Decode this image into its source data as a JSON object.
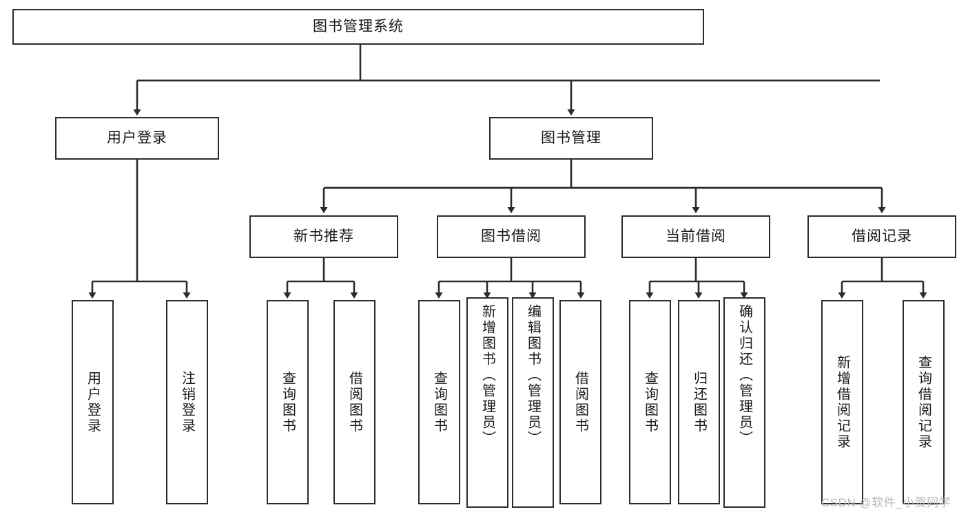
{
  "diagram": {
    "title": "图书管理系统",
    "type": "tree-hierarchy",
    "watermark": "CSDN @软件_小贺同学",
    "colors": {
      "box_border": "#2b2b2b",
      "box_fill": "#ffffff",
      "edge": "#2b2b2b",
      "text": "#1a1a1a",
      "watermark": "#b9b9b9",
      "background": "#ffffff"
    },
    "nodes": {
      "root": {
        "label": "图书管理系统"
      },
      "level2": [
        {
          "id": "user-login",
          "label": "用户登录"
        },
        {
          "id": "book-manage",
          "label": "图书管理"
        }
      ],
      "level3": [
        {
          "id": "new-book-recommend",
          "label": "新书推荐"
        },
        {
          "id": "book-borrow",
          "label": "图书借阅"
        },
        {
          "id": "current-borrow",
          "label": "当前借阅"
        },
        {
          "id": "borrow-record",
          "label": "借阅记录"
        }
      ],
      "leaves": {
        "user_login": [
          {
            "id": "leaf-user-login",
            "label": "用户登录"
          },
          {
            "id": "leaf-logout-login",
            "label": "注销登录"
          }
        ],
        "new_book_recommend": [
          {
            "id": "leaf-query-book-1",
            "label": "查询图书"
          },
          {
            "id": "leaf-borrow-book-1",
            "label": "借阅图书"
          }
        ],
        "book_borrow": [
          {
            "id": "leaf-query-book-2",
            "label": "查询图书"
          },
          {
            "id": "leaf-add-book",
            "label": "新增图书（管理员）"
          },
          {
            "id": "leaf-edit-book",
            "label": "编辑图书（管理员）"
          },
          {
            "id": "leaf-borrow-book-2",
            "label": "借阅图书"
          }
        ],
        "current_borrow": [
          {
            "id": "leaf-query-book-3",
            "label": "查询图书"
          },
          {
            "id": "leaf-return-book",
            "label": "归还图书"
          },
          {
            "id": "leaf-confirm-return",
            "label": "确认归还（管理员）"
          }
        ],
        "borrow_record": [
          {
            "id": "leaf-add-record",
            "label": "新增借阅记录"
          },
          {
            "id": "leaf-query-record",
            "label": "查询借阅记录"
          }
        ]
      }
    }
  }
}
